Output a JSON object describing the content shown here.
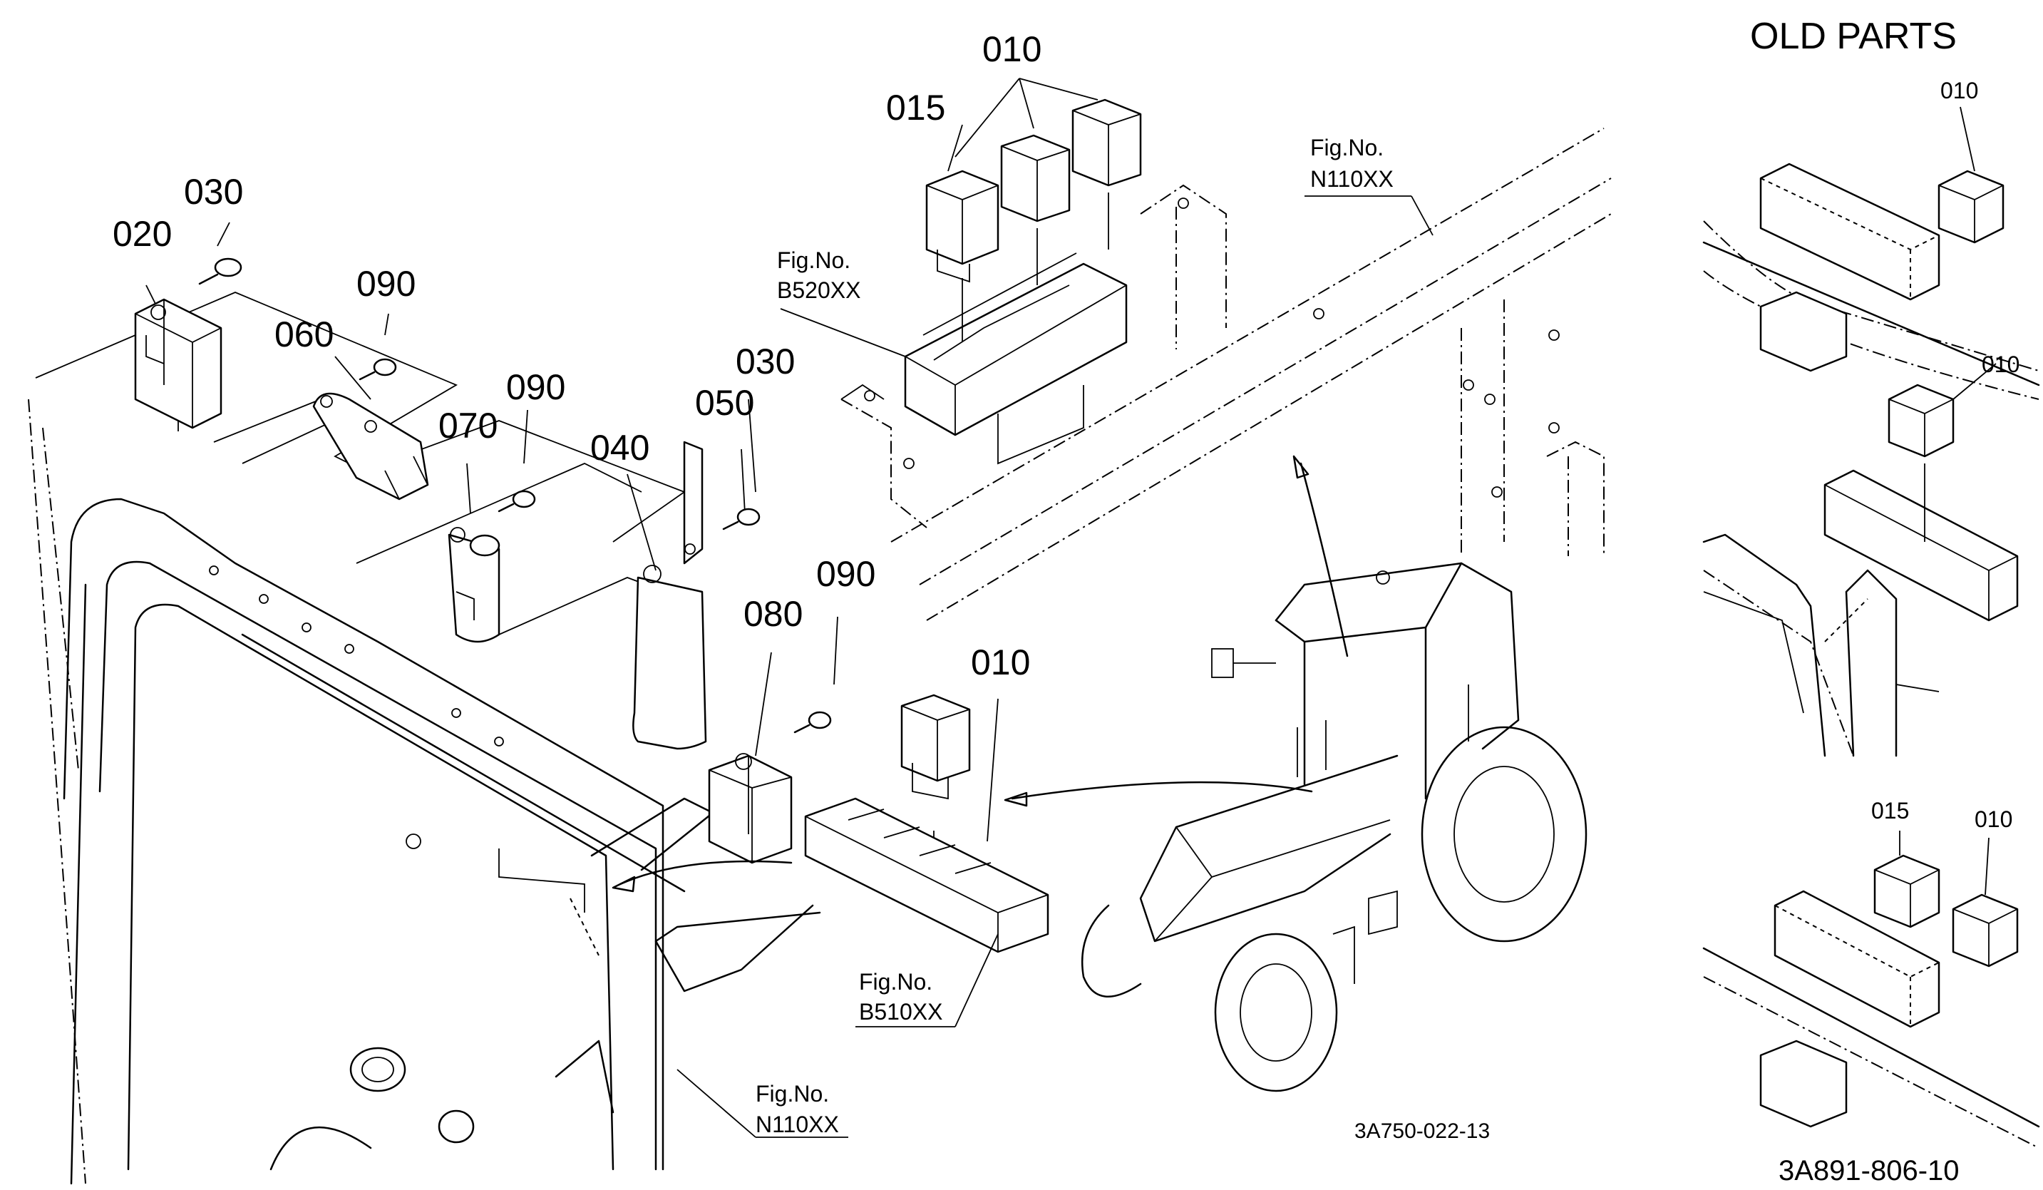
{
  "title": "OLD PARTS",
  "part_labels": {
    "p010_a": "010",
    "p015_a": "015",
    "p020": "020",
    "p030_a": "030",
    "p090_a": "090",
    "p060": "060",
    "p090_b": "090",
    "p070": "070",
    "p050": "050",
    "p030_b": "030",
    "p040": "040",
    "p090_c": "090",
    "p080": "080",
    "p010_b": "010",
    "old_010_a": "010",
    "old_010_b": "010",
    "old_015": "015",
    "old_010_c": "010"
  },
  "fig_refs": {
    "b520": {
      "line1": "Fig.No.",
      "line2": "B520XX"
    },
    "n110_top": {
      "line1": "Fig.No.",
      "line2": "N110XX"
    },
    "b510": {
      "line1": "Fig.No.",
      "line2": "B510XX"
    },
    "n110_bottom": {
      "line1": "Fig.No.",
      "line2": "N110XX"
    }
  },
  "drawing_numbers": {
    "main": "3A750-022-13",
    "old_parts": "3A891-806-10"
  }
}
